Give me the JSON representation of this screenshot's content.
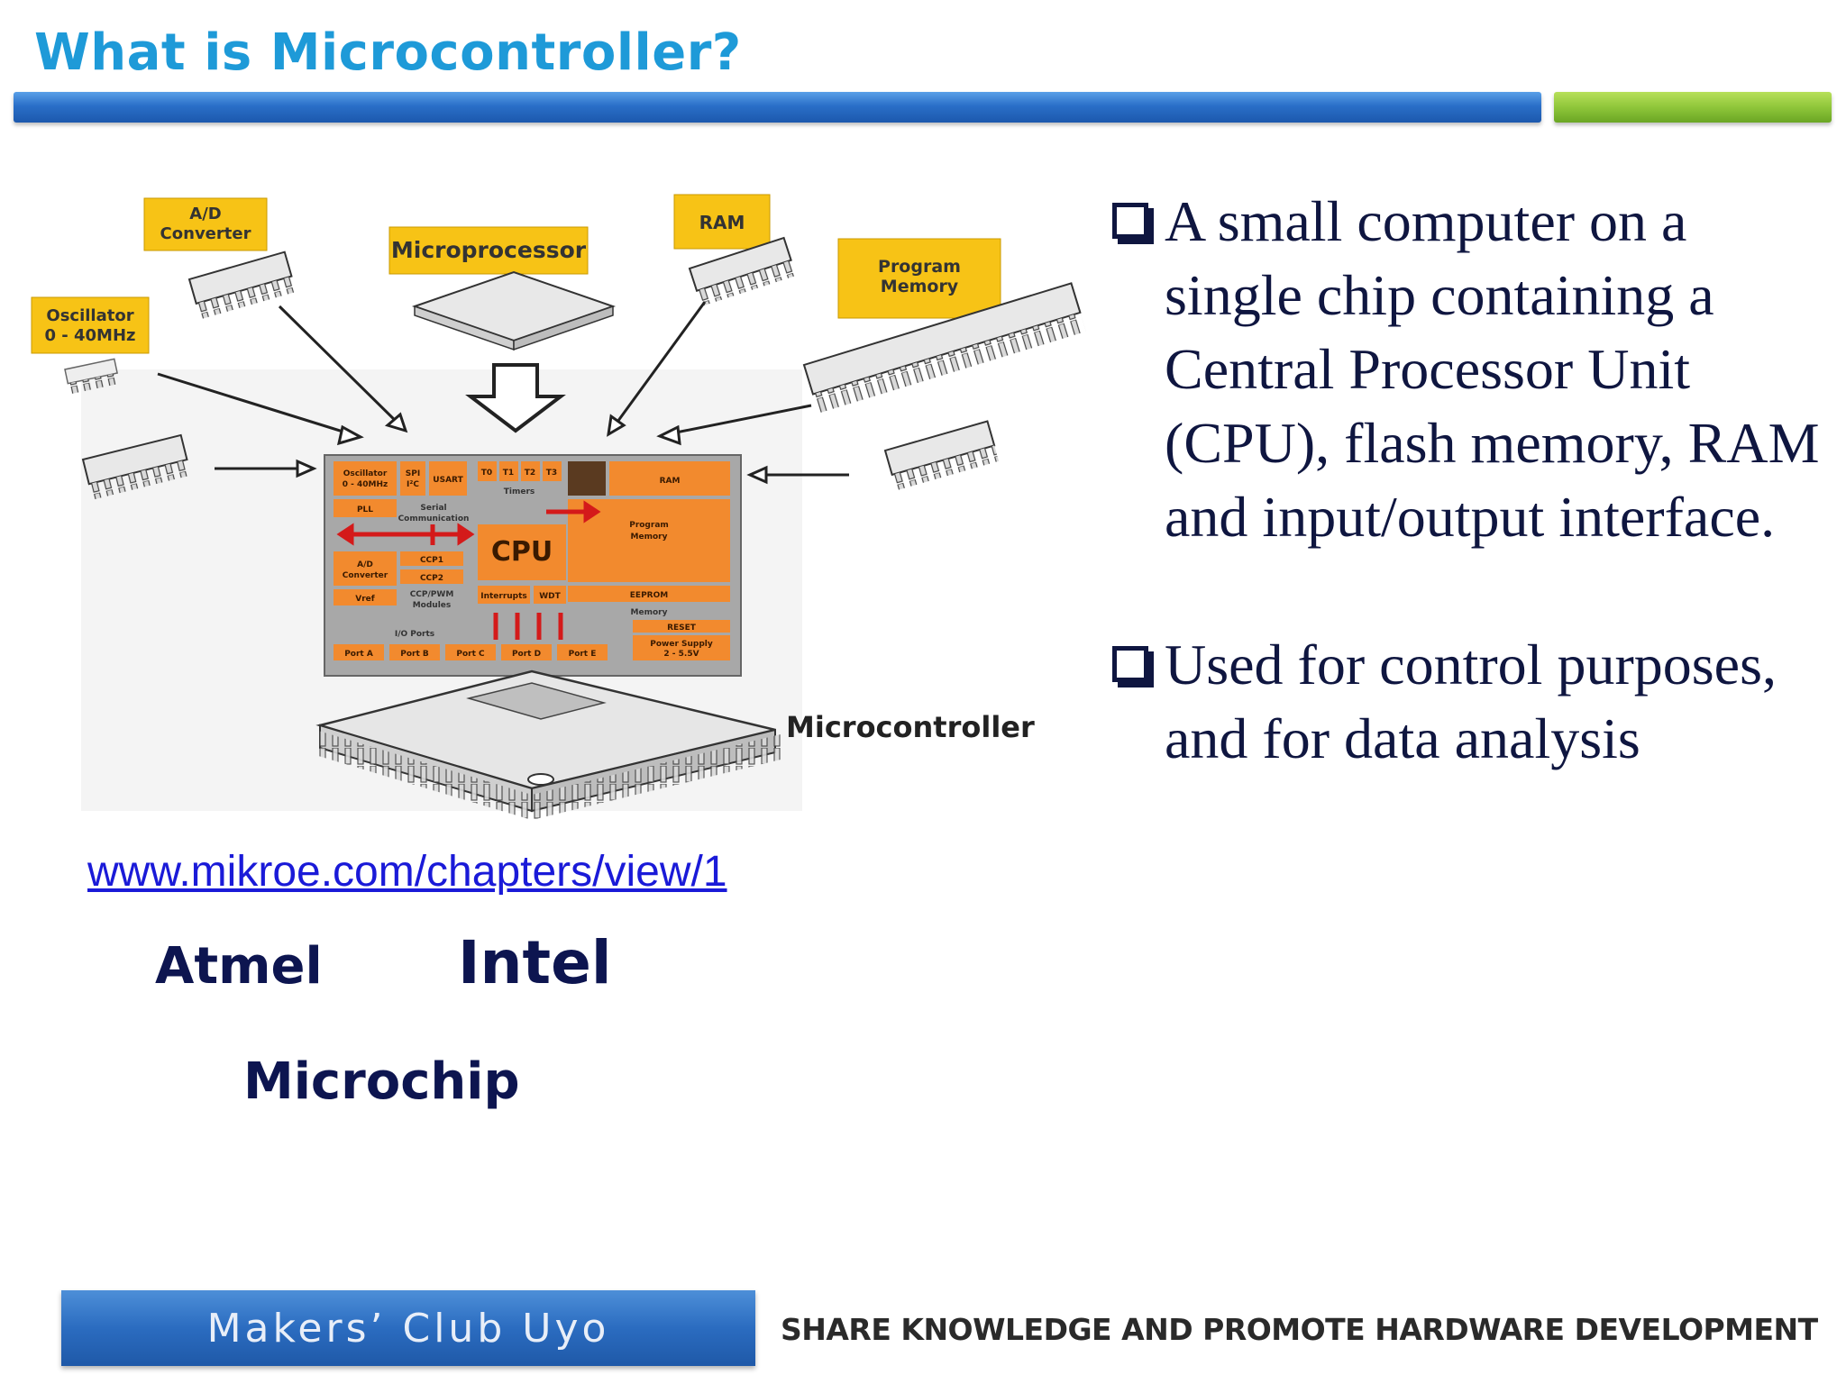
{
  "slide": {
    "title": "What is Microcontroller?"
  },
  "diagram": {
    "labels": {
      "ad_converter": "A/D Converter",
      "microprocessor": "Microprocessor",
      "ram": "RAM",
      "program_memory": "Program Memory",
      "oscillator": "Oscillator 0 - 40MHz",
      "microcontroller": "Microcontroller"
    },
    "chip_blocks": {
      "oscillator": "Oscillator 0 - 40MHz",
      "pll": "PLL",
      "spi": "SPI I²C",
      "usart": "USART",
      "serial": "Serial Communication",
      "t0": "T0",
      "t1": "T1",
      "t2": "T2",
      "t3": "T3",
      "timers": "Timers",
      "ram": "RAM",
      "cpu": "CPU",
      "ad_conv": "A/D Converter",
      "vref": "Vref",
      "ccp1": "CCP1",
      "ccp2": "CCP2",
      "ccp_pwm": "CCP/PWM Modules",
      "interrupts": "Interrupts",
      "wdt": "WDT",
      "program_memory": "Program Memory",
      "eeprom": "EEPROM",
      "memory": "Memory",
      "reset": "RESET",
      "power": "Power Supply 2 - 5.5V",
      "io_ports": "I/O Ports",
      "ports": [
        "Port A",
        "Port B",
        "Port C",
        "Port D",
        "Port E"
      ]
    }
  },
  "bullets": [
    "A small computer on a single chip  containing a Central Processor Unit (CPU), flash memory, RAM and input/output interface.",
    "Used for control purposes, and for data analysis"
  ],
  "link": {
    "url_text": "www.mikroe.com/chapters/view/1"
  },
  "brands": {
    "atmel": "Atmel",
    "intel": "Intel",
    "microchip": "Microchip"
  },
  "footer": {
    "club": "Makers’ Club Uyo",
    "tagline": "SHARE KNOWLEDGE AND PROMOTE HARDWARE DEVELOPMENT"
  },
  "colors": {
    "title": "#1e9ad8",
    "bar_blue": "#2a6fc8",
    "bar_green": "#8fc63a",
    "label_yellow": "#f7c316",
    "chip_orange": "#f28a2e",
    "text_navy": "#0f1640"
  }
}
